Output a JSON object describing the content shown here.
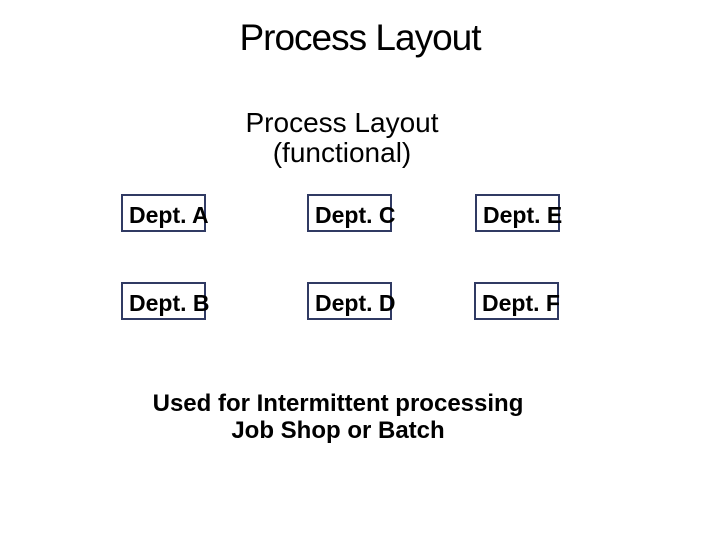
{
  "slide": {
    "title": "Process Layout",
    "subtitle": {
      "line1": "Process Layout",
      "line2": "(functional)"
    },
    "departments": [
      {
        "label": "Dept. A"
      },
      {
        "label": "Dept. C"
      },
      {
        "label": "Dept. E"
      },
      {
        "label": "Dept. B"
      },
      {
        "label": "Dept. D"
      },
      {
        "label": "Dept. F"
      }
    ],
    "footer": {
      "line1": "Used for Intermittent processing",
      "line2": "Job Shop or Batch"
    },
    "colors": {
      "background": "#ffffff",
      "box_border": "#303a63",
      "text": "#000000"
    }
  }
}
